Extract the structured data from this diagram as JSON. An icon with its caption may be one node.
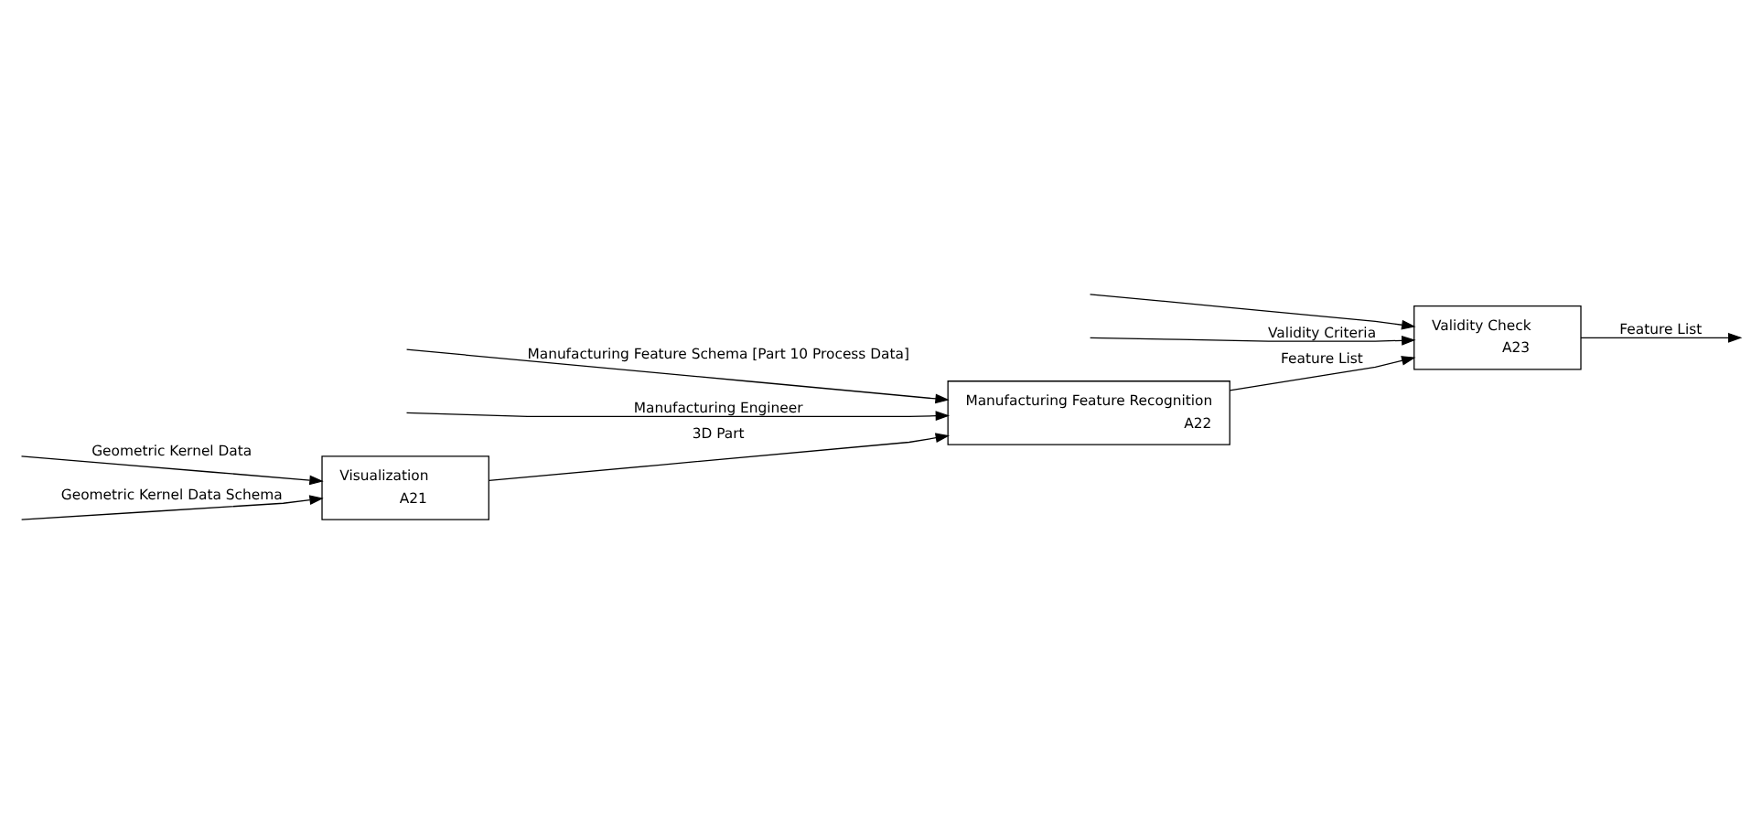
{
  "diagram": {
    "nodes": [
      {
        "text": [
          "Visualization",
          "A21"
        ]
      },
      {
        "text": [
          "Manufacturing Feature Recognition",
          "A22"
        ]
      },
      {
        "text": [
          "Validity Check",
          "A23"
        ]
      }
    ],
    "edges": [
      {
        "from": null,
        "to": 0,
        "arrow": "to",
        "label": "Geometric Kernel Data"
      },
      {
        "from": null,
        "to": 0,
        "arrow": "to",
        "label": "Geometric Kernel Data Schema"
      },
      {
        "from": 0,
        "to": 1,
        "arrow": "to",
        "label": "3D Part"
      },
      {
        "from": null,
        "to": 1,
        "arrow": "to",
        "label": "Manufacturing Feature Schema [Part 10 Process Data]"
      },
      {
        "from": null,
        "to": 2,
        "arrow": "to"
      },
      {
        "from": 1,
        "to": 2,
        "arrow": "to",
        "label": "Feature List"
      },
      {
        "from": null,
        "to": 2,
        "arrow": "to",
        "label": "Validity Criteria"
      },
      {
        "from": null,
        "to": 1,
        "arrow": "to",
        "label": "Manufacturing Engineer"
      },
      {
        "from": 2,
        "to": null,
        "arrow": "to",
        "label": "Feature List"
      }
    ]
  }
}
